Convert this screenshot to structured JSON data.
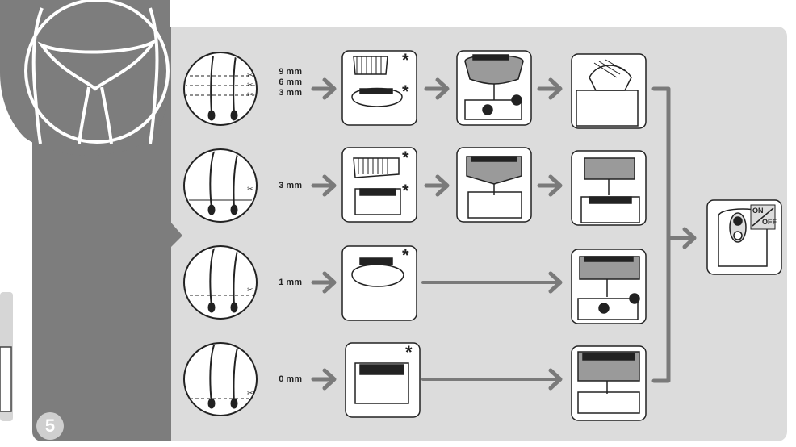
{
  "step_number": "5",
  "rows": [
    {
      "lengths": [
        "9 mm",
        "6 mm",
        "3 mm"
      ]
    },
    {
      "lengths": [
        "3 mm"
      ]
    },
    {
      "lengths": [
        "1 mm"
      ]
    },
    {
      "lengths": [
        "0 mm"
      ]
    }
  ],
  "asterisk": "*",
  "switch": {
    "on_label": "ON",
    "off_label": "OFF"
  },
  "colors": {
    "panel": "#dcdcdc",
    "strip": "#7d7d7d",
    "arrow": "#7a7a7a"
  }
}
